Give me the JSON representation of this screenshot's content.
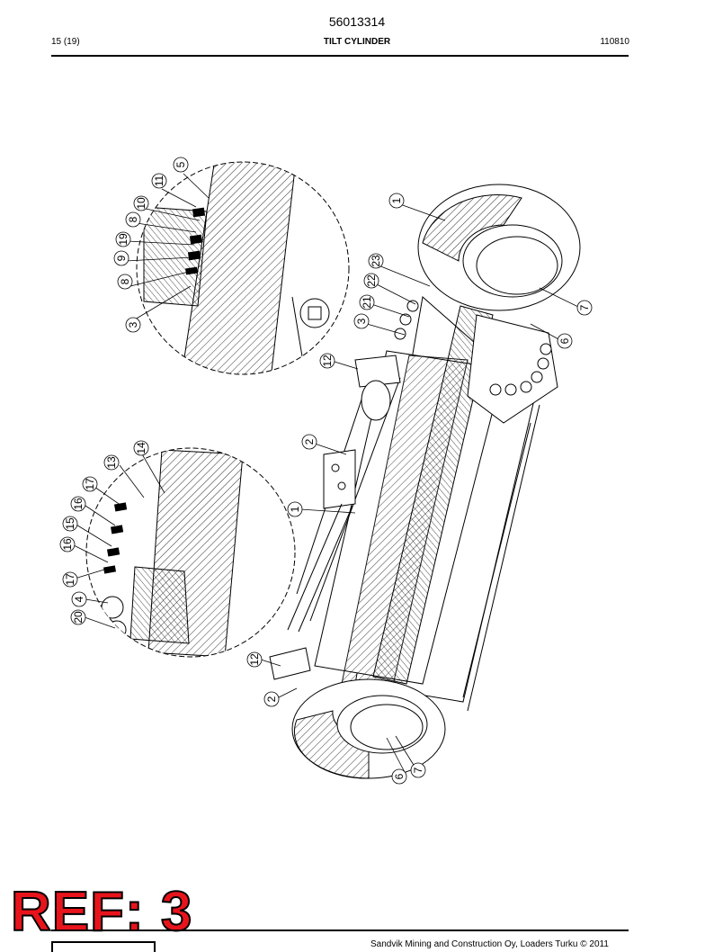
{
  "header": {
    "doc_number": "56013314",
    "page": "15 (19)",
    "title": "TILT CYLINDER",
    "date_code": "110810"
  },
  "callouts": {
    "c5": "5",
    "c11": "11",
    "c10": "10",
    "c8a": "8",
    "c19": "19",
    "c9": "9",
    "c8b": "8",
    "c3a": "3",
    "c12a": "12",
    "c3b": "3",
    "c21": "21",
    "c22": "22",
    "c23": "23",
    "c1a": "1",
    "c7a": "7",
    "c6a": "6",
    "c14": "14",
    "c13": "13",
    "c17a": "17",
    "c16a": "16",
    "c15": "15",
    "c16b": "16",
    "c17b": "17",
    "c4": "4",
    "c20": "20",
    "c2a": "2",
    "c1b": "1",
    "c12b": "12",
    "c2b": "2",
    "c6b": "6",
    "c7b": "7"
  },
  "stamp": {
    "text": "REF: 3"
  },
  "footer": {
    "copyright": "Sandvik Mining and Construction Oy, Loaders Turku © 2011"
  }
}
